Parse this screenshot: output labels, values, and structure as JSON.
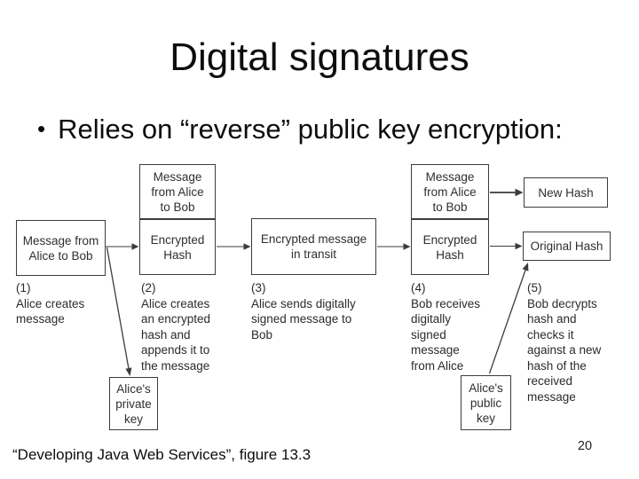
{
  "slide": {
    "title": "Digital signatures",
    "bullet_glyph": "•",
    "bullet": "Relies on “reverse” public key encryption:",
    "footer": "“Developing Java Web Services”, figure 13.3",
    "page_number": "20"
  },
  "diagram": {
    "boxes": [
      {
        "id": "box1",
        "label": "Message from\nAlice to Bob"
      },
      {
        "id": "box2-top",
        "label": "Message\nfrom Alice\nto Bob"
      },
      {
        "id": "box2-bottom",
        "label": "Encrypted\nHash"
      },
      {
        "id": "box3",
        "label": "Encrypted message\nin transit"
      },
      {
        "id": "box4-top",
        "label": "Message\nfrom Alice\nto Bob"
      },
      {
        "id": "box4-bottom",
        "label": "Encrypted\nHash"
      },
      {
        "id": "new-hash",
        "label": "New Hash"
      },
      {
        "id": "original-hash",
        "label": "Original Hash"
      },
      {
        "id": "private-key",
        "label": "Alice's\nprivate\nkey"
      },
      {
        "id": "public-key",
        "label": "Alice's\npublic\nkey"
      }
    ],
    "captions": [
      {
        "label": "(1)\nAlice creates\nmessage"
      },
      {
        "label": "(2)\nAlice creates\nan encrypted\nhash and\nappends it to\nthe message"
      },
      {
        "label": "(3)\nAlice sends digitally\nsigned message to\nBob"
      },
      {
        "label": "(4)\nBob receives\ndigitally\nsigned\nmessage\nfrom Alice"
      },
      {
        "label": "(5)\nBob decrypts\nhash and\nchecks it\nagainst a new\nhash of the\nreceived\nmessage"
      }
    ],
    "colors": {
      "background": "#ffffff",
      "text": "#0d0d0d",
      "diagram_line": "#3c3c3c",
      "diagram_text": "#2f2f2f"
    }
  }
}
